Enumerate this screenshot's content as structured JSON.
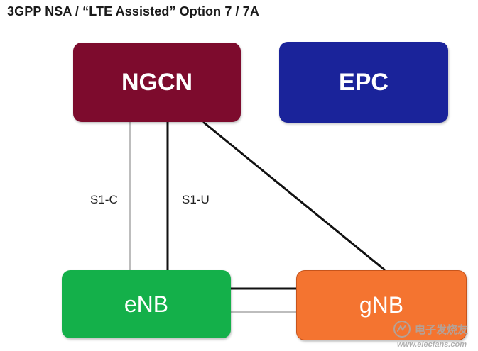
{
  "title": "3GPP NSA / “LTE Assisted”  Option 7 / 7A",
  "nodes": {
    "ngcn": {
      "label": "NGCN",
      "color": "#7d0b2d"
    },
    "epc": {
      "label": "EPC",
      "color": "#1a239a"
    },
    "enb": {
      "label": "eNB",
      "color": "#14b04a"
    },
    "gnb": {
      "label": "gNB",
      "color": "#f47430"
    }
  },
  "interfaces": {
    "s1c": "S1-C",
    "s1u": "S1-U"
  },
  "link_colors": {
    "control": "#bdbdbd",
    "user": "#111111"
  },
  "watermark": {
    "text": "电子发烧友",
    "url": "www.elecfans.com",
    "icon": "elecfans-logo-icon"
  }
}
